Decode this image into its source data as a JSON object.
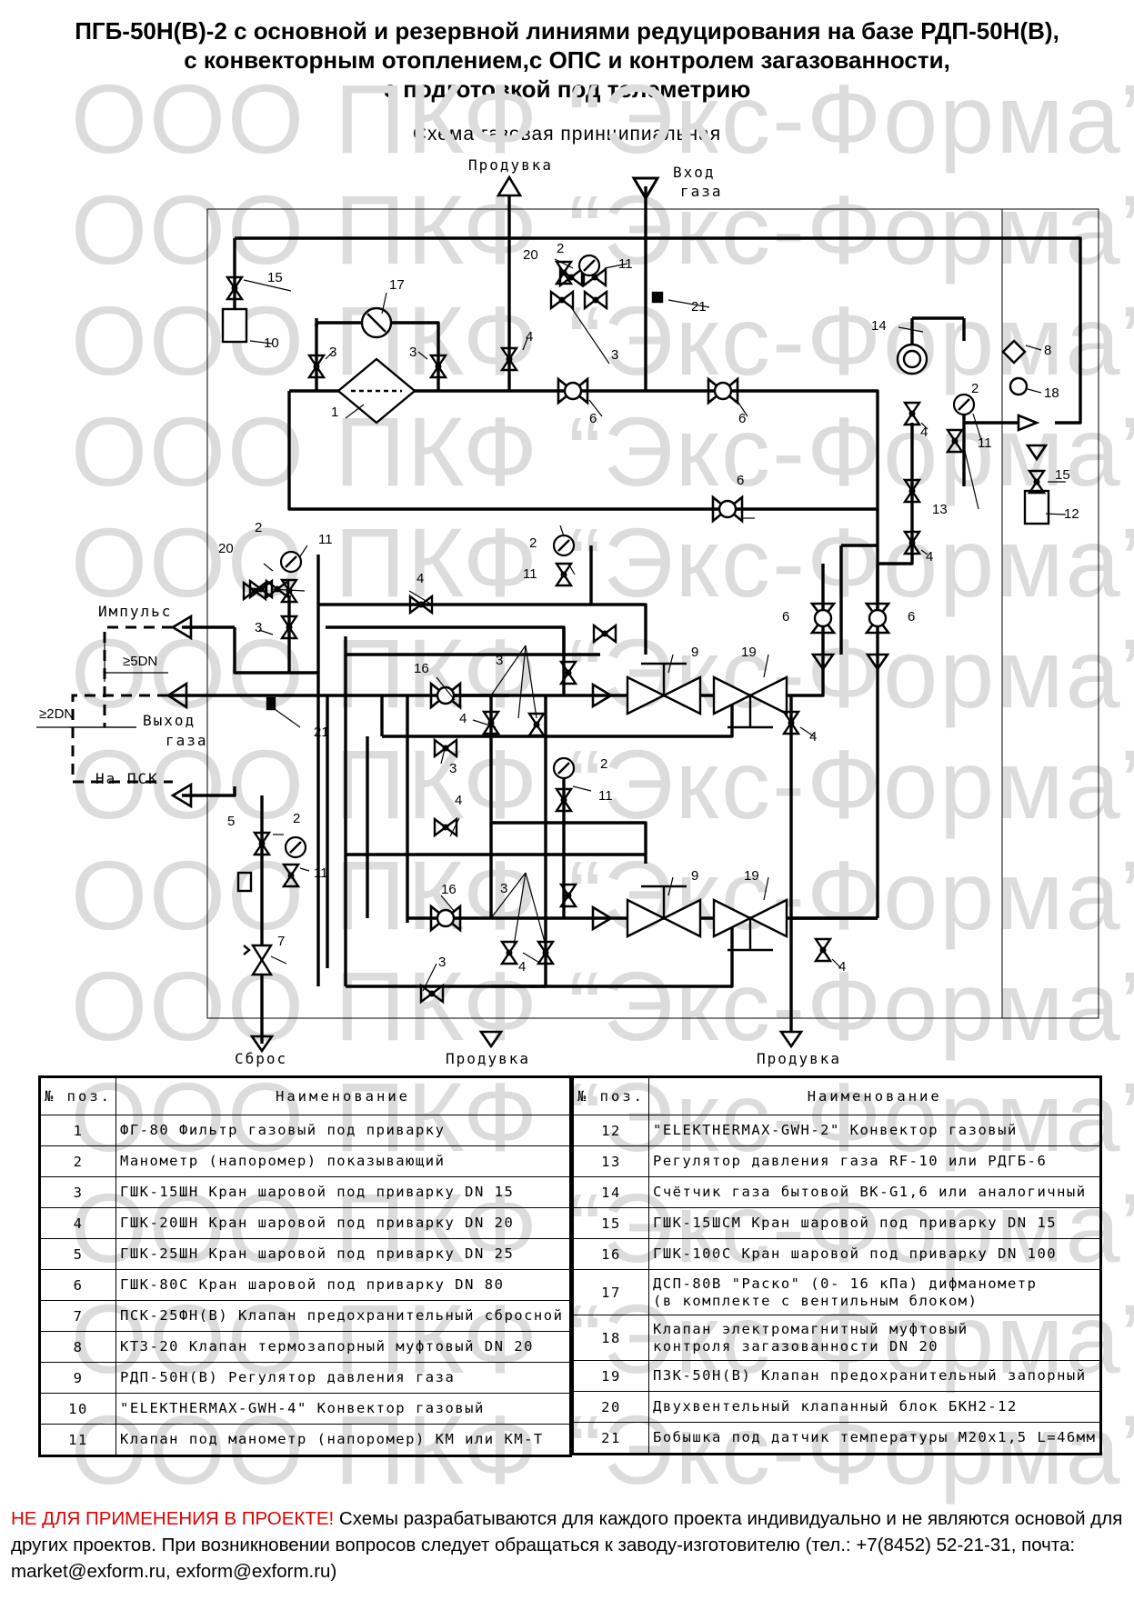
{
  "header": {
    "title_lines": [
      "ПГБ-50Н(В)-2 с основной и резервной линиями редуцирования на базе РДП-50Н(В),",
      "с конвекторным отоплением,с ОПС и контролем загазованности,",
      "с подготовкой под телеметрию"
    ],
    "subtitle": "Схема газовая принципиальная"
  },
  "watermark": {
    "text": "ООО ПКФ “Экс-Форма”"
  },
  "scheme": {
    "labels": {
      "purge_top": "Продувка",
      "gas_inlet_1": "Вход",
      "gas_inlet_2": "газа",
      "impulse": "Импульс",
      "gas_outlet_1": "Выход",
      "gas_outlet_2": "газа",
      "to_psk": "На ПСК",
      "dn5": "≥5DN",
      "dn2": "≥2DN",
      "discharge": "Сброс",
      "purge_bottom_1": "Продувка",
      "purge_bottom_2": "Продувка"
    },
    "numbers": {
      "n1": "1",
      "n2": "2",
      "n3": "3",
      "n4": "4",
      "n5": "5",
      "n6": "6",
      "n7": "7",
      "n8": "8",
      "n9": "9",
      "n10": "10",
      "n11": "11",
      "n12": "12",
      "n13": "13",
      "n14": "14",
      "n15": "15",
      "n16": "16",
      "n17": "17",
      "n18": "18",
      "n19": "19",
      "n20": "20",
      "n21": "21"
    }
  },
  "legend": {
    "col_num": "№ поз.",
    "col_name": "Наименование",
    "left": [
      {
        "num": "1",
        "name": "ФГ-80 Фильтр газовый под приварку"
      },
      {
        "num": "2",
        "name": "Манометр (напоромер) показывающий"
      },
      {
        "num": "3",
        "name": "ГШК-15ШН Кран шаровой под приварку DN 15"
      },
      {
        "num": "4",
        "name": "ГШК-20ШН Кран шаровой под приварку DN 20"
      },
      {
        "num": "5",
        "name": "ГШК-25ШН Кран шаровой под приварку DN 25"
      },
      {
        "num": "6",
        "name": "ГШК-80С Кран шаровой под приварку DN 80"
      },
      {
        "num": "7",
        "name": "ПСК-25ФН(В) Клапан предохранительный сбросной"
      },
      {
        "num": "8",
        "name": "КТЗ-20 Клапан термозапорный муфтовый DN 20"
      },
      {
        "num": "9",
        "name": "РДП-50Н(В) Регулятор давления газа"
      },
      {
        "num": "10",
        "name": "\"ELEKTHERMAX-GWH-4\" Конвектор газовый"
      },
      {
        "num": "11",
        "name": "Клапан под манометр (напоромер) КМ или КМ-Т"
      }
    ],
    "right": [
      {
        "num": "12",
        "name": "\"ELEKTHERMAX-GWH-2\" Конвектор газовый"
      },
      {
        "num": "13",
        "name": "Регулятор давления газа RF-10 или РДГБ-6"
      },
      {
        "num": "14",
        "name": "Счётчик газа бытовой ВК-G1,6 или аналогичный"
      },
      {
        "num": "15",
        "name": "ГШК-15ШСМ Кран шаровой под приварку DN 15"
      },
      {
        "num": "16",
        "name": "ГШК-100С Кран шаровой под приварку DN 100"
      },
      {
        "num": "17",
        "name": "ДСП-80В \"Раско\" (0- 16 кПа) дифманометр",
        "name2": "(в комплекте с вентильным блоком)"
      },
      {
        "num": "18",
        "name": "Клапан электромагнитный муфтовый",
        "name2": "контроля загазованности DN 20"
      },
      {
        "num": "19",
        "name": "ПЗК-50Н(В) Клапан предохранительный запорный"
      },
      {
        "num": "20",
        "name": "Двухвентельный клапанный блок БКН2-12"
      },
      {
        "num": "21",
        "name": "Бобышка под датчик температуры М20х1,5  L=46мм"
      }
    ]
  },
  "footer": {
    "warning": "НЕ ДЛЯ ПРИМЕНЕНИЯ В ПРОЕКТЕ!",
    "text": " Схемы разрабатываются для каждого проекта индивидуально и не являются основой для других проектов. При возникновении вопросов следует обращаться к заводу-изготовителю (тел.: +7(8452) 52-21-31, почта: market@exform.ru, exform@exform.ru)"
  }
}
